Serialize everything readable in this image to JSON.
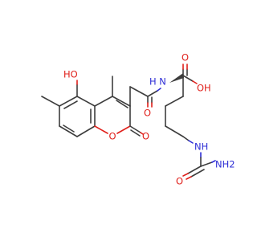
{
  "structure": {
    "atom_labels": {
      "phenol_oh": "HO",
      "lactone_o": "O",
      "lactone_carbonyl_o": "O",
      "amide_o": "O",
      "amide_nh": "H N",
      "acid_oh": "OH",
      "acid_carbonyl_o": "O",
      "urea_nh": "NH",
      "urea_o": "O",
      "urea_nh2": "NH2"
    }
  }
}
